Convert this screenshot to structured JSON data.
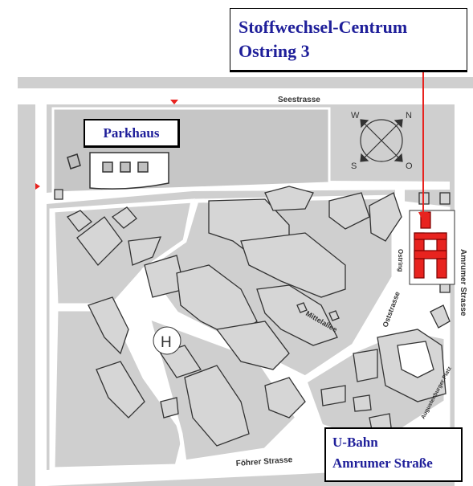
{
  "callouts": {
    "main_line1": "Stoffwechsel-Centrum",
    "main_line2": "Ostring 3",
    "parkhaus": "Parkhaus",
    "ubahn_line1": "U-Bahn",
    "ubahn_line2": "Amrumer Straße"
  },
  "streets": {
    "seestrasse": "Seestrasse",
    "fohrer": "Föhrer Strasse",
    "amrumer": "Amrumer Strasse",
    "ostring": "Ostring",
    "oststrasse": "Oststrasse",
    "mittelallee": "Mittelallee",
    "augustenburger": "Augustenburger Platz"
  },
  "compass": {
    "n": "N",
    "w": "W",
    "s": "S",
    "o": "O"
  },
  "helipad": "H",
  "colors": {
    "background": "#cfcfcf",
    "streets": "#ffffff",
    "highlight": "#e8231f",
    "arrow": "#e8231f",
    "callout_text": "#1f1f9a"
  }
}
